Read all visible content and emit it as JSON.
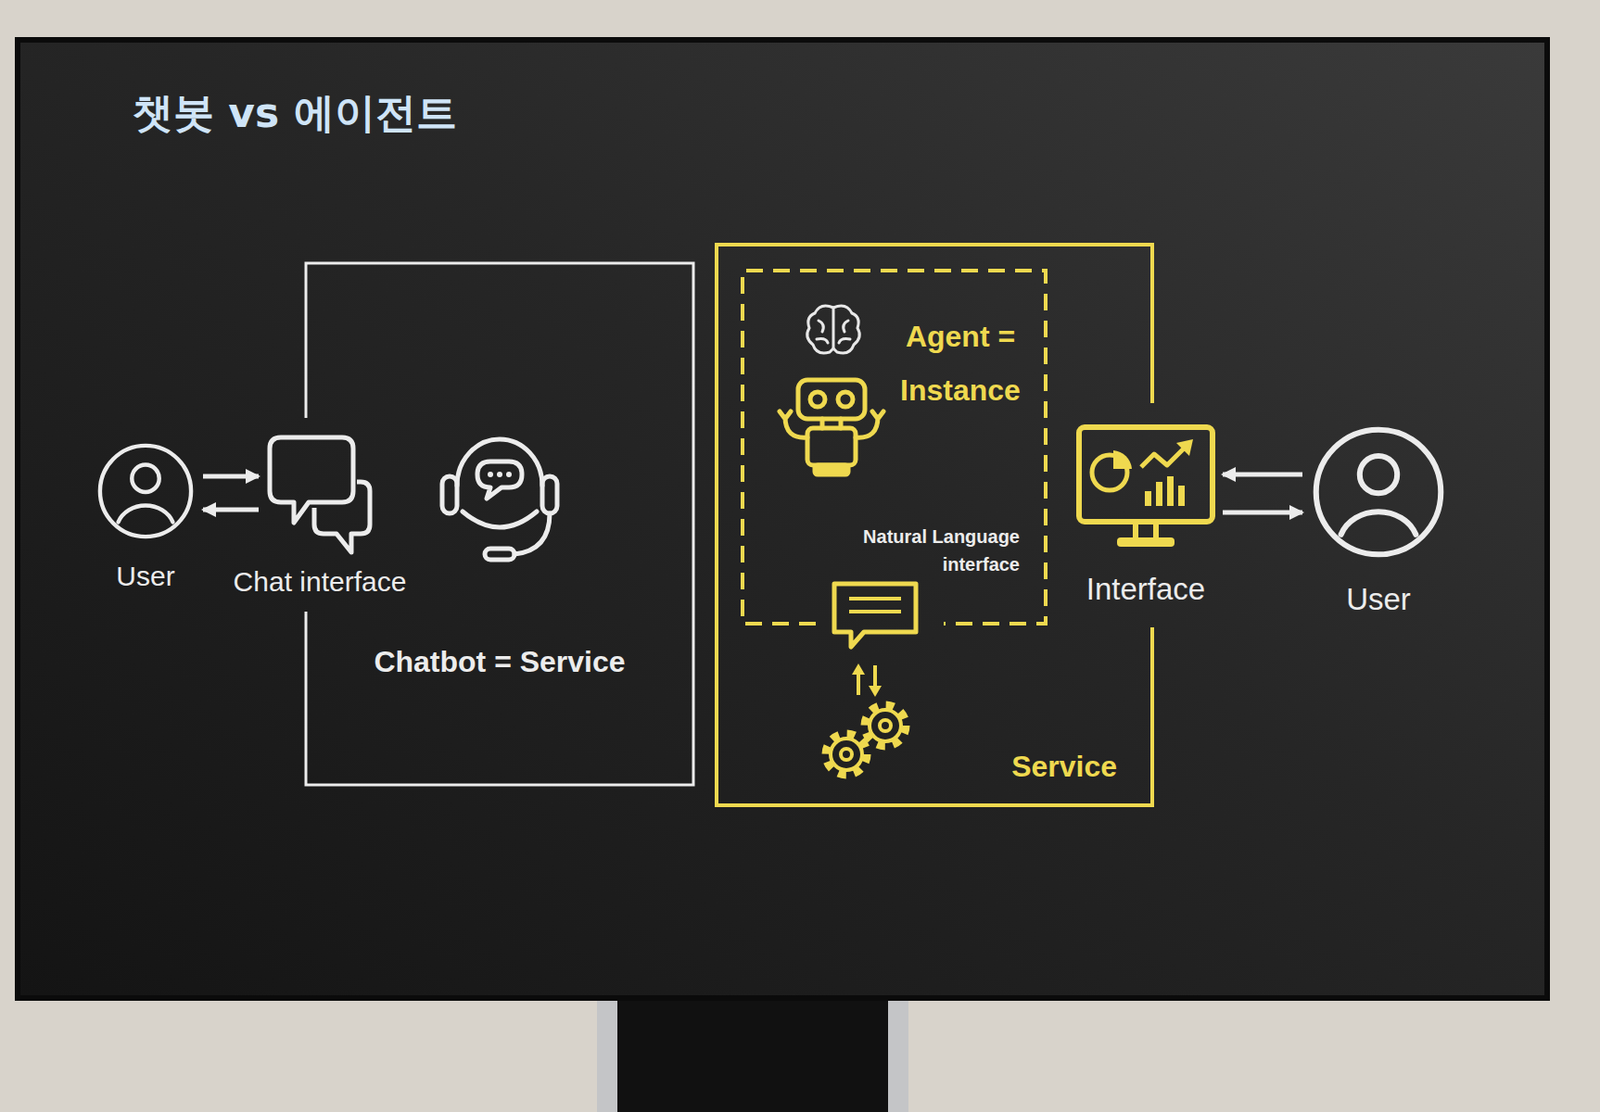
{
  "diagram": {
    "title": "챗봇 vs 에이전트",
    "nodes": [
      {
        "text": [
          "User"
        ]
      },
      {
        "text": [
          "Chat interface"
        ]
      },
      {
        "text": [
          "Chatbot = Service"
        ]
      },
      {
        "text": [
          "Service"
        ]
      },
      {
        "text": [
          "Agent = Instance",
          "Natural Language interface"
        ],
        "in": 3
      },
      {
        "text": [
          "Interface"
        ]
      },
      {
        "text": [
          "User"
        ]
      }
    ],
    "edges": [
      {
        "from": 0,
        "to": 1,
        "arrow": "to"
      },
      {
        "from": 1,
        "to": 0,
        "arrow": "to"
      },
      {
        "from": 6,
        "to": 5,
        "arrow": "to"
      },
      {
        "from": 5,
        "to": 6,
        "arrow": "to"
      }
    ]
  }
}
